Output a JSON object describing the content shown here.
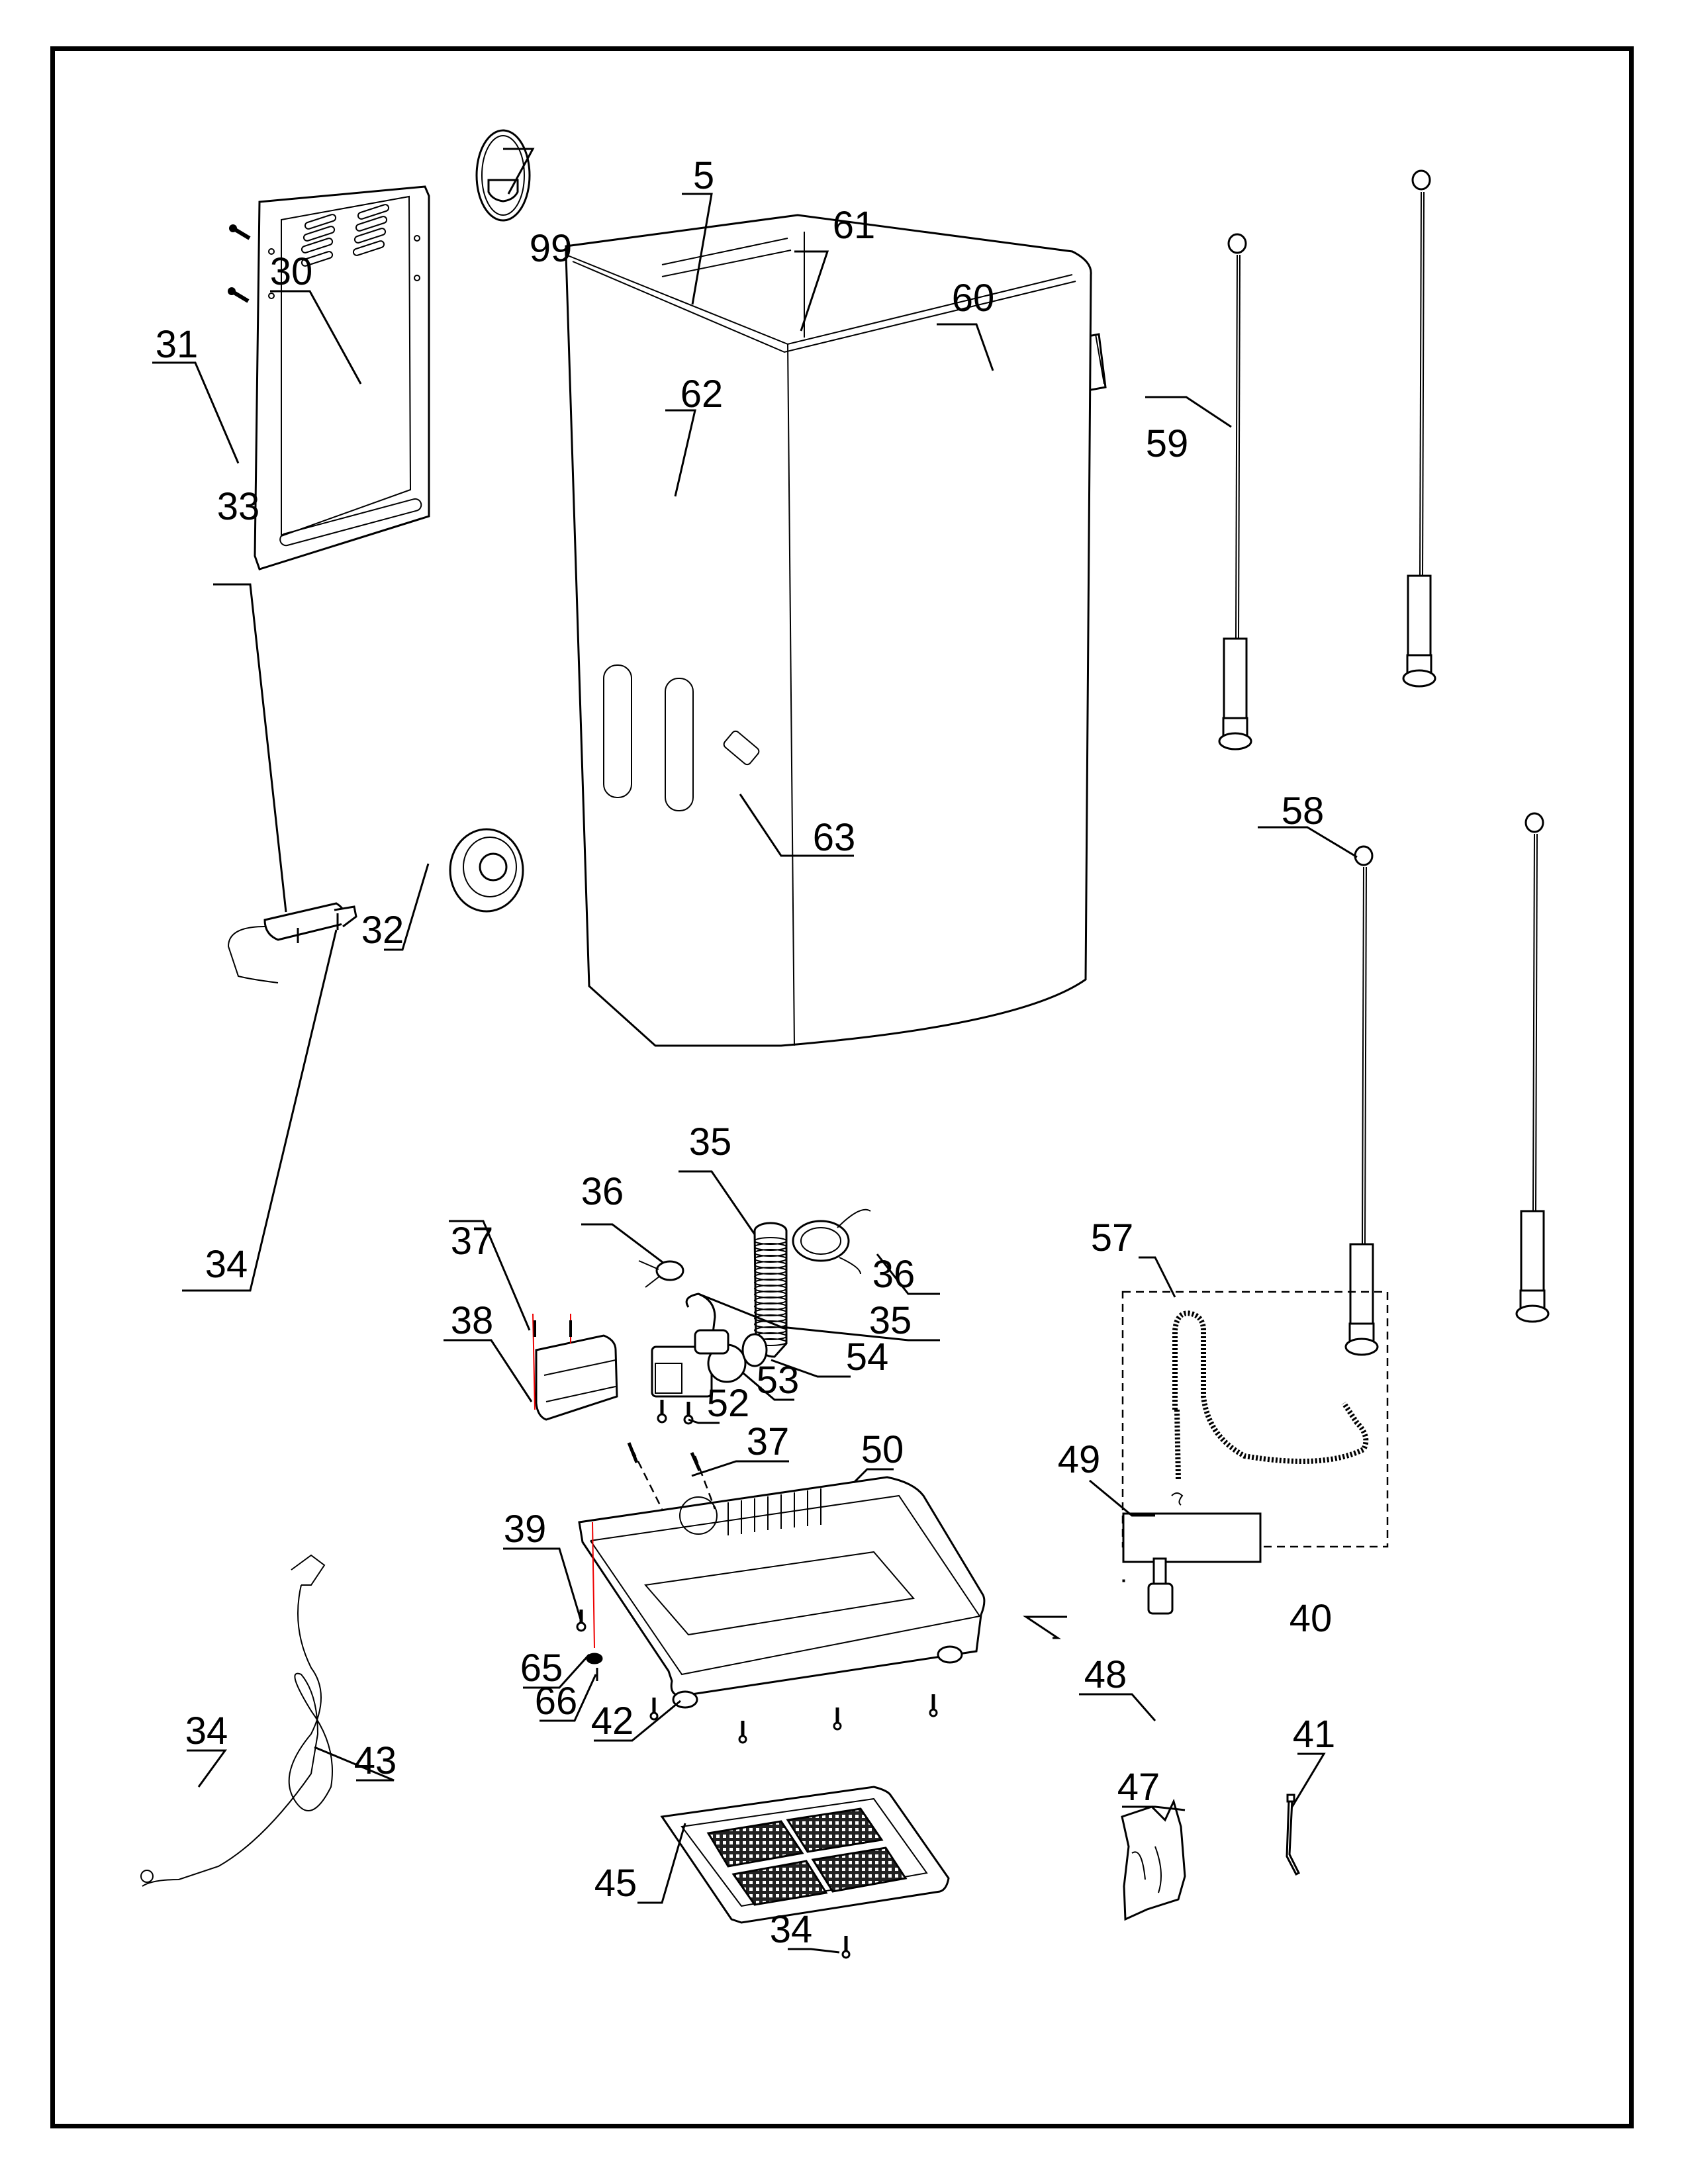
{
  "diagram": {
    "title": "Washing machine cabinet and base exploded parts view",
    "callouts": [
      {
        "id": "5",
        "part": "foam-block"
      },
      {
        "id": "99",
        "part": "hook-ring"
      },
      {
        "id": "61",
        "part": "foam-block"
      },
      {
        "id": "60",
        "part": "pad"
      },
      {
        "id": "30",
        "part": "rear-panel"
      },
      {
        "id": "31",
        "part": "screw"
      },
      {
        "id": "62",
        "part": "cabinet"
      },
      {
        "id": "59",
        "part": "suspension-rod"
      },
      {
        "id": "58",
        "part": "suspension-rod"
      },
      {
        "id": "63",
        "part": "handle-cover"
      },
      {
        "id": "32",
        "part": "knob-cap"
      },
      {
        "id": "33",
        "part": "capacitor"
      },
      {
        "id": "34",
        "part": "screw"
      },
      {
        "id": "36",
        "part": "hose-clamp"
      },
      {
        "id": "35",
        "part": "drain-hose"
      },
      {
        "id": "37",
        "part": "screw"
      },
      {
        "id": "38",
        "part": "motor-cover"
      },
      {
        "id": "53",
        "part": "drain-pump"
      },
      {
        "id": "54",
        "part": "clamp"
      },
      {
        "id": "52",
        "part": "screw"
      },
      {
        "id": "57",
        "part": "inlet-hose-assembly"
      },
      {
        "id": "49",
        "part": "hose-clip"
      },
      {
        "id": "50",
        "part": "base-frame"
      },
      {
        "id": "39",
        "part": "screw"
      },
      {
        "id": "65",
        "part": "plug"
      },
      {
        "id": "66",
        "part": "screw"
      },
      {
        "id": "42",
        "part": "leveling-foot"
      },
      {
        "id": "40",
        "part": "label"
      },
      {
        "id": "48",
        "part": "fitting"
      },
      {
        "id": "43",
        "part": "power-cord"
      },
      {
        "id": "45",
        "part": "bottom-cover"
      },
      {
        "id": "47",
        "part": "bag"
      },
      {
        "id": "41",
        "part": "cable-tie"
      }
    ],
    "labels": {
      "c5": "5",
      "c99": "99",
      "c61": "61",
      "c60": "60",
      "c30": "30",
      "c31": "31",
      "c62": "62",
      "c59": "59",
      "c58": "58",
      "c63": "63",
      "c32": "32",
      "c33": "33",
      "c34a": "34",
      "c36a": "36",
      "c35a": "35",
      "c36b": "36",
      "c37a": "37",
      "c38": "38",
      "c35b": "35",
      "c54": "54",
      "c53": "53",
      "c52": "52",
      "c37b": "37",
      "c50": "50",
      "c57": "57",
      "c49": "49",
      "c39": "39",
      "c40": "40",
      "c65": "65",
      "c66": "66",
      "c42": "42",
      "c48": "48",
      "c34b": "34",
      "c43": "43",
      "c47": "47",
      "c41": "41",
      "c45": "45",
      "c34c": "34"
    }
  }
}
